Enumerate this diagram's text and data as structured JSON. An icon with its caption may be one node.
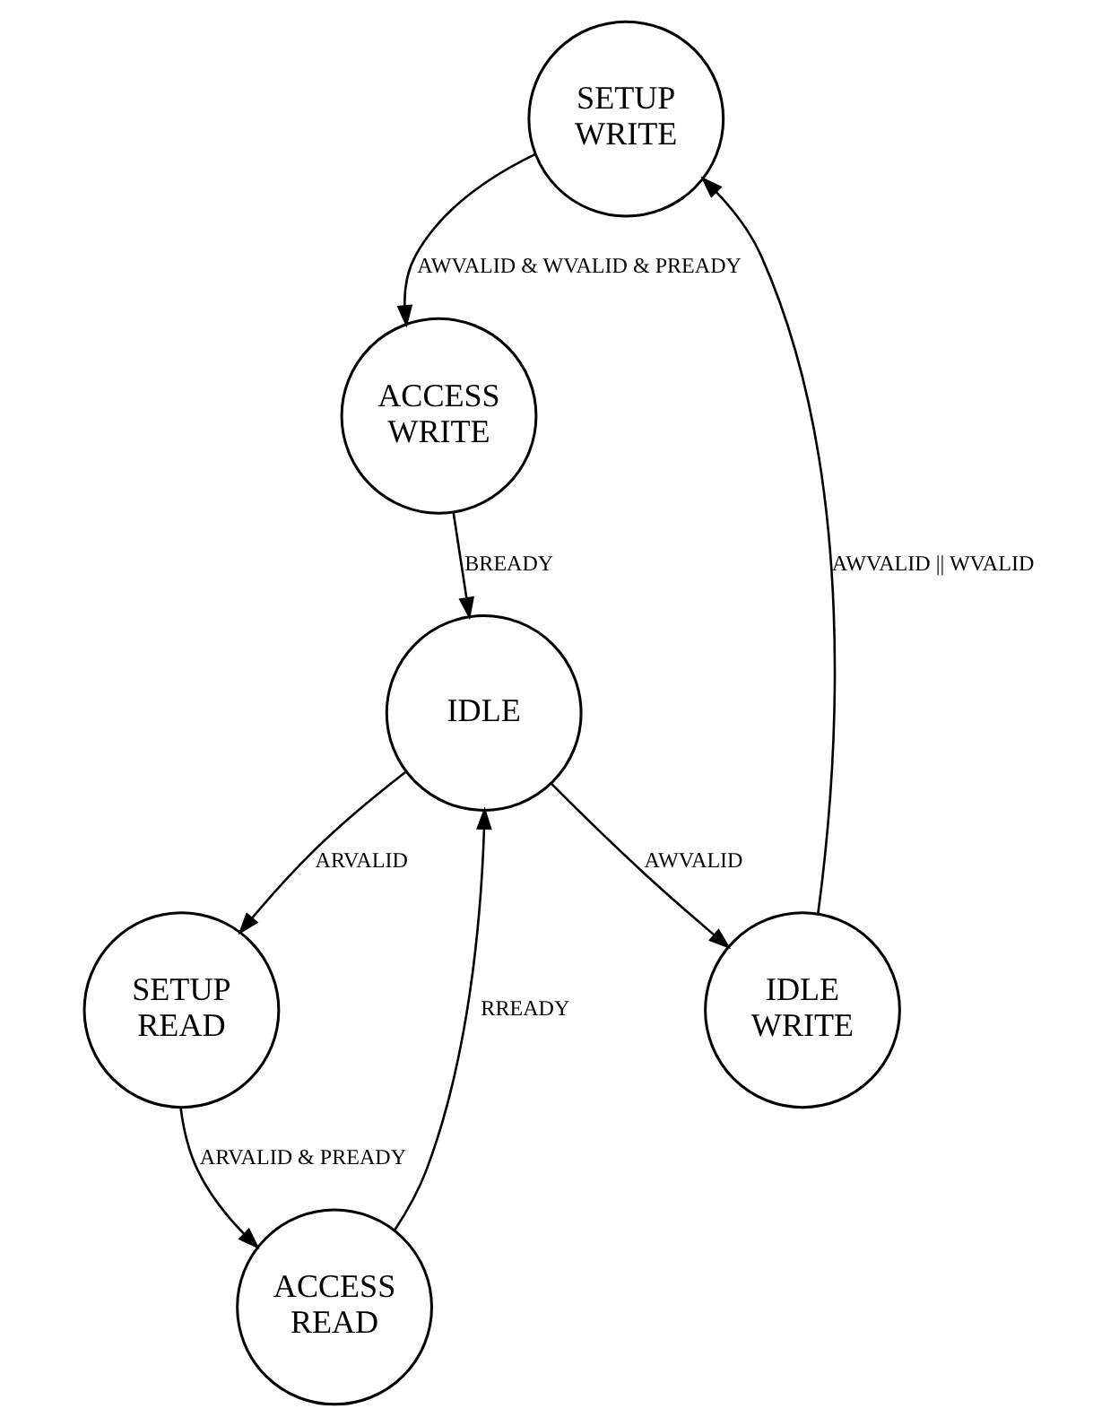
{
  "diagram": {
    "nodes": [
      {
        "text": [
          "SETUP WRITE"
        ]
      },
      {
        "text": [
          "ACCESS WRITE"
        ]
      },
      {
        "text": [
          "IDLE WRITE"
        ]
      },
      {
        "text": [
          "IDLE"
        ]
      },
      {
        "text": [
          "ACCESS READ"
        ]
      },
      {
        "text": [
          "SETUP READ"
        ]
      }
    ],
    "edges": [
      {
        "from": 3,
        "to": 2,
        "arrow": "to",
        "label": "AWVALID"
      },
      {
        "from": 2,
        "to": 0,
        "arrow": "to",
        "label": "AWVALID || WVALID"
      },
      {
        "from": 0,
        "to": 1,
        "arrow": "to",
        "label": "AWVALID & WVALID & PREADY"
      },
      {
        "from": 1,
        "to": 3,
        "arrow": "to",
        "label": "BREADY"
      },
      {
        "from": 3,
        "to": 5,
        "arrow": "to",
        "label": "ARVALID"
      },
      {
        "from": 5,
        "to": 4,
        "arrow": "to",
        "label": "ARVALID & PREADY"
      },
      {
        "from": 4,
        "to": 3,
        "arrow": "to",
        "label": "RREADY"
      }
    ]
  }
}
